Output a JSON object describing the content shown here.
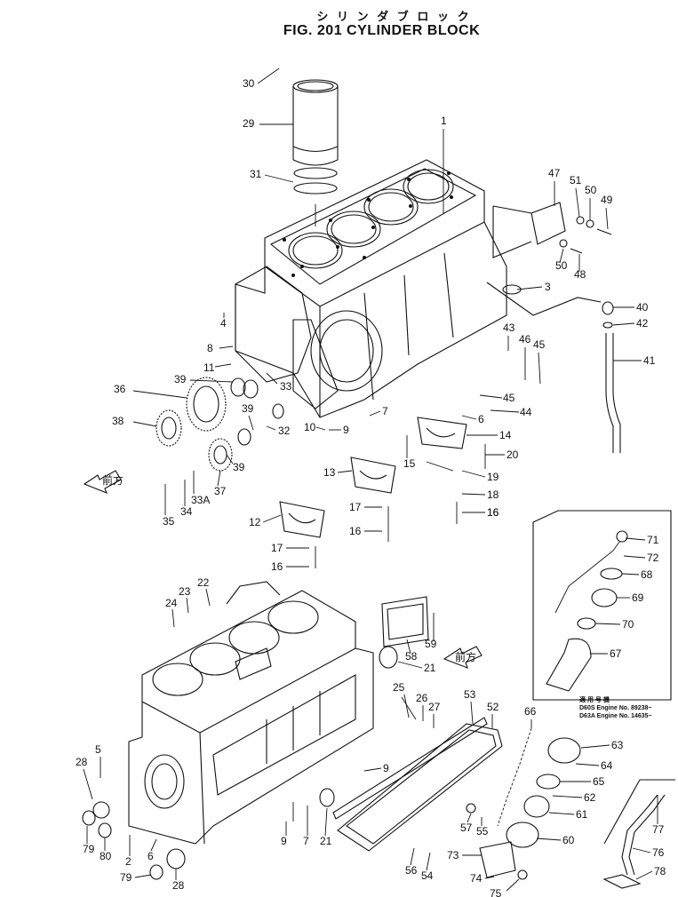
{
  "header": {
    "title_jp": "シ リ ン ダ ブ ロ ッ ク",
    "title_en": "FIG. 201  CYLINDER BLOCK"
  },
  "inset": {
    "note_line1": "適 用 号 機",
    "note_line2": "D60S   Engine No. 89238~",
    "note_line3": "D63A   Engine No. 14635~"
  },
  "arrow_label": "前方",
  "callouts": [
    {
      "id": "c30",
      "label": "30"
    },
    {
      "id": "c29",
      "label": "29"
    },
    {
      "id": "c31",
      "label": "31"
    },
    {
      "id": "c1",
      "label": "1"
    },
    {
      "id": "c47",
      "label": "47"
    },
    {
      "id": "c51",
      "label": "51"
    },
    {
      "id": "c50a",
      "label": "50"
    },
    {
      "id": "c49",
      "label": "49"
    },
    {
      "id": "c50b",
      "label": "50"
    },
    {
      "id": "c48",
      "label": "48"
    },
    {
      "id": "c3",
      "label": "3"
    },
    {
      "id": "c40",
      "label": "40"
    },
    {
      "id": "c42",
      "label": "42"
    },
    {
      "id": "c41",
      "label": "41"
    },
    {
      "id": "c4",
      "label": "4"
    },
    {
      "id": "c8",
      "label": "8"
    },
    {
      "id": "c11",
      "label": "11"
    },
    {
      "id": "c43",
      "label": "43"
    },
    {
      "id": "c46",
      "label": "46"
    },
    {
      "id": "c45a",
      "label": "45"
    },
    {
      "id": "c45b",
      "label": "45"
    },
    {
      "id": "c44",
      "label": "44"
    },
    {
      "id": "c6",
      "label": "6"
    },
    {
      "id": "c14",
      "label": "14"
    },
    {
      "id": "c20",
      "label": "20"
    },
    {
      "id": "c19",
      "label": "19"
    },
    {
      "id": "c18",
      "label": "18"
    },
    {
      "id": "c16a",
      "label": "16"
    },
    {
      "id": "c39a",
      "label": "39"
    },
    {
      "id": "c33",
      "label": "33"
    },
    {
      "id": "c36",
      "label": "36"
    },
    {
      "id": "c38",
      "label": "38"
    },
    {
      "id": "c39b",
      "label": "39"
    },
    {
      "id": "c32",
      "label": "32"
    },
    {
      "id": "c39c",
      "label": "39"
    },
    {
      "id": "c7a",
      "label": "7"
    },
    {
      "id": "c10",
      "label": "10"
    },
    {
      "id": "c9a",
      "label": "9"
    },
    {
      "id": "c15",
      "label": "15"
    },
    {
      "id": "c13",
      "label": "13"
    },
    {
      "id": "c17a",
      "label": "17"
    },
    {
      "id": "c16b",
      "label": "16"
    },
    {
      "id": "c35",
      "label": "35"
    },
    {
      "id": "c34",
      "label": "34"
    },
    {
      "id": "c33a",
      "label": "33A"
    },
    {
      "id": "c37",
      "label": "37"
    },
    {
      "id": "c12",
      "label": "12"
    },
    {
      "id": "c17b",
      "label": "17"
    },
    {
      "id": "c16c",
      "label": "16"
    },
    {
      "id": "c16d",
      "label": "16"
    },
    {
      "id": "c71",
      "label": "71"
    },
    {
      "id": "c72",
      "label": "72"
    },
    {
      "id": "c68",
      "label": "68"
    },
    {
      "id": "c69",
      "label": "69"
    },
    {
      "id": "c70",
      "label": "70"
    },
    {
      "id": "c67",
      "label": "67"
    },
    {
      "id": "c22",
      "label": "22"
    },
    {
      "id": "c23",
      "label": "23"
    },
    {
      "id": "c24",
      "label": "24"
    },
    {
      "id": "c59",
      "label": "59"
    },
    {
      "id": "c58",
      "label": "58"
    },
    {
      "id": "c21a",
      "label": "21"
    },
    {
      "id": "c25",
      "label": "25"
    },
    {
      "id": "c26",
      "label": "26"
    },
    {
      "id": "c27",
      "label": "27"
    },
    {
      "id": "c53",
      "label": "53"
    },
    {
      "id": "c52",
      "label": "52"
    },
    {
      "id": "c66",
      "label": "66"
    },
    {
      "id": "c63",
      "label": "63"
    },
    {
      "id": "c64",
      "label": "64"
    },
    {
      "id": "c65",
      "label": "65"
    },
    {
      "id": "c62",
      "label": "62"
    },
    {
      "id": "c61",
      "label": "61"
    },
    {
      "id": "c60",
      "label": "60"
    },
    {
      "id": "c5",
      "label": "5"
    },
    {
      "id": "c28a",
      "label": "28"
    },
    {
      "id": "c9b",
      "label": "9"
    },
    {
      "id": "c79a",
      "label": "79"
    },
    {
      "id": "c80",
      "label": "80"
    },
    {
      "id": "c2",
      "label": "2"
    },
    {
      "id": "c6b",
      "label": "6"
    },
    {
      "id": "c9c",
      "label": "9"
    },
    {
      "id": "c7b",
      "label": "7"
    },
    {
      "id": "c21b",
      "label": "21"
    },
    {
      "id": "c57",
      "label": "57"
    },
    {
      "id": "c55",
      "label": "55"
    },
    {
      "id": "c73",
      "label": "73"
    },
    {
      "id": "c56",
      "label": "56"
    },
    {
      "id": "c54",
      "label": "54"
    },
    {
      "id": "c74",
      "label": "74"
    },
    {
      "id": "c75",
      "label": "75"
    },
    {
      "id": "c77",
      "label": "77"
    },
    {
      "id": "c76",
      "label": "76"
    },
    {
      "id": "c78",
      "label": "78"
    },
    {
      "id": "c79b",
      "label": "79"
    },
    {
      "id": "c28b",
      "label": "28"
    }
  ]
}
